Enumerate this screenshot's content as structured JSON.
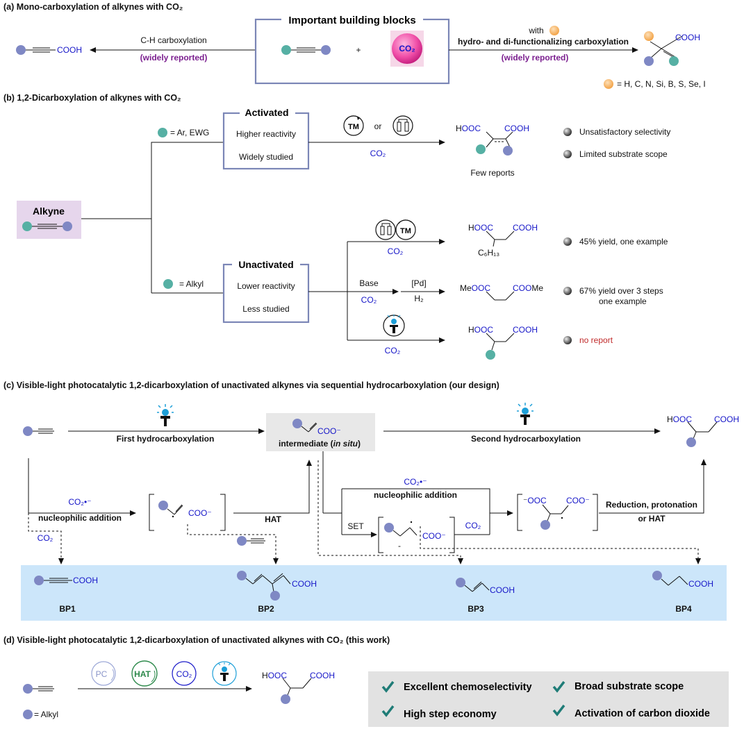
{
  "sections": {
    "a": "(a) Mono-carboxylation of alkynes with CO₂",
    "b": "(b) 1,2-Dicarboxylation of alkynes with CO₂",
    "c": "(c) Visible-light photocatalytic 1,2-dicarboxylation of unactivated alkynes via sequential hydrocarboxylation (our design)",
    "d": "(d) Visible-light photocatalytic 1,2-dicarboxylation of unactivated alkynes with CO₂ (this work)"
  },
  "a": {
    "box_title": "Important building blocks",
    "plus": "+",
    "co2": "CO₂",
    "left_arrow": "C-H carboxylation",
    "left_note": "(widely reported)",
    "right_with": "with",
    "right_arrow": "hydro- and di-functionalizing carboxylation",
    "right_note": "(widely reported)",
    "product_cooh": "COOH",
    "left_product": "COOH",
    "legend": "= H, C, N, Si, B, S, Se, I"
  },
  "b": {
    "alkyne": "Alkyne",
    "act_def": "= Ar, EWG",
    "act_title": "Activated",
    "act_l1": "Higher reactivity",
    "act_l2": "Widely studied",
    "tm": "TM",
    "or": "or",
    "co2": "CO₂",
    "hooc": "HOOC",
    "cooh": "COOH",
    "few": "Few reports",
    "b1": "Unsatisfactory selectivity",
    "b2": "Limited substrate scope",
    "una_def": "= Alkyl",
    "una_title": "Unactivated",
    "una_l1": "Lower reactivity",
    "una_l2": "Less studied",
    "c6h13": "C₆H₁₃",
    "r1": "45% yield, one example",
    "base": "Base",
    "pd": "[Pd]",
    "h2": "H₂",
    "meooc": "MeOOC",
    "coome": "COOMe",
    "r2a": "67% yield over 3 steps",
    "r2b": "one example",
    "r3": "no report"
  },
  "c": {
    "first": "First hydrocarboxylation",
    "inter": "intermediate (in situ)",
    "coo": "COO⁻",
    "second": "Second hydrocarboxylation",
    "hooc": "HOOC",
    "cooh": "COOH",
    "co2rad": "CO₂•⁻",
    "nuc": "nucleophilic addition",
    "co2": "CO₂",
    "hat": "HAT",
    "set": "SET",
    "red1": "Reduction, protonation",
    "red2": "or HAT",
    "ooc": "⁻OOC",
    "bp1_cooh": "COOH",
    "bp2_cooh": "COOH",
    "bp3_cooh": "COOH",
    "bp4_cooh": "COOH",
    "bp1": "BP1",
    "bp2": "BP2",
    "bp3": "BP3",
    "bp4": "BP4"
  },
  "d": {
    "pc": "PC",
    "hat": "HAT",
    "co2": "CO₂",
    "hooc": "HOOC",
    "cooh": "COOH",
    "alkyl": "= Alkyl",
    "f1": "Excellent chemoselectivity",
    "f2": "Broad substrate scope",
    "f3": "High step economy",
    "f4": "Activation of carbon dioxide"
  },
  "colors": {
    "alkyl_dot": "#7f88c4",
    "ar_dot": "#56b0a4",
    "orange_dot": "#f5b36a",
    "blue_text": "#1616c8",
    "purple_text": "#7b1f8f",
    "panel_c": "#cce6fa",
    "alkyne_box": "#e6d6ec",
    "check": "#1f7c77"
  }
}
